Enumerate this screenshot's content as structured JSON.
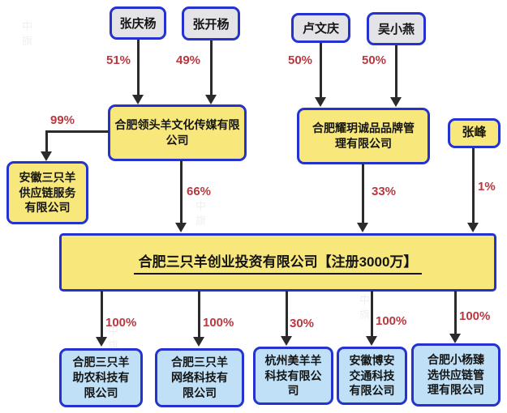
{
  "watermark": "中旗",
  "colors": {
    "node_yellow": "#f8e87c",
    "node_blue": "#bfe0f6",
    "node_gray": "#e4e4e8",
    "border_blue": "#2433cf",
    "pct_red": "#b9383f",
    "arrow_dark": "#2b2b2b"
  },
  "shareholders": [
    {
      "name": "张庆杨",
      "pct": "51%"
    },
    {
      "name": "张开杨",
      "pct": "49%"
    },
    {
      "name": "卢文庆",
      "pct": "50%"
    },
    {
      "name": "吴小燕",
      "pct": "50%"
    },
    {
      "name": "张峰",
      "pct": "1%"
    }
  ],
  "mid_companies": [
    {
      "name": "合肥领头羊文化传媒有限\n公司",
      "pct_to_main": "66%"
    },
    {
      "name": "合肥耀玥诚品品牌管\n理有限公司",
      "pct_to_main": "33%"
    }
  ],
  "left_subsidiary": {
    "name": "安徽三只羊\n供应链服务\n有限公司",
    "pct": "99%"
  },
  "main_company": {
    "name": "合肥三只羊创业投资有限公司【注册3000万】"
  },
  "subsidiaries": [
    {
      "name": "合肥三只羊\n助农科技有\n限公司",
      "pct": "100%"
    },
    {
      "name": "合肥三只羊\n网络科技有\n限公司",
      "pct": "100%"
    },
    {
      "name": "杭州美羊羊\n科技有限公\n司",
      "pct": "30%"
    },
    {
      "name": "安徽博安\n交通科技\n有限公司",
      "pct": "100%"
    },
    {
      "name": "合肥小杨臻\n选供应链管\n理有限公司",
      "pct": "100%"
    }
  ]
}
